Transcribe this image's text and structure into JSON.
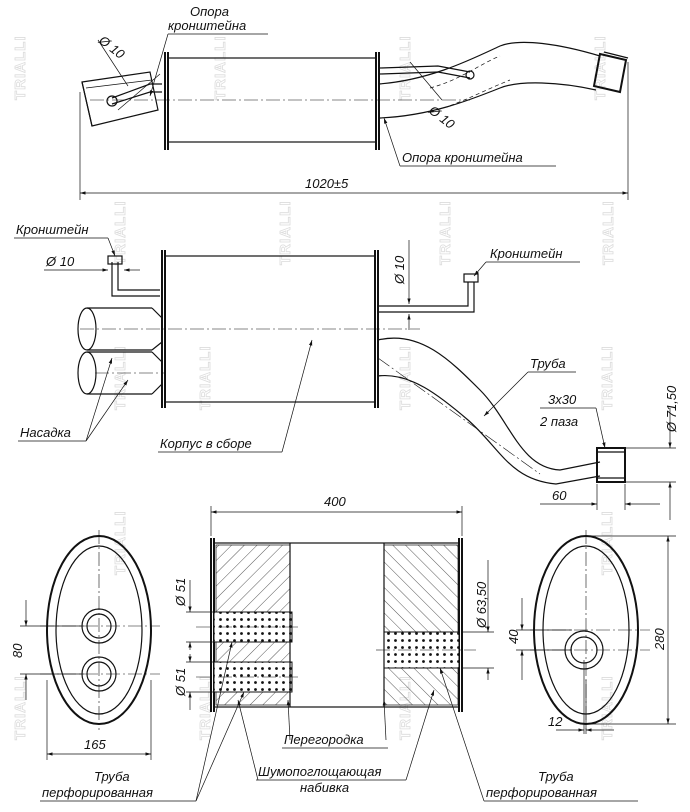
{
  "watermark": "TRIALLI",
  "top_view": {
    "support_label_top": "Опора\nкронштейна",
    "support_label_bottom": "Опора кронштейна",
    "dia_left": "Ø 10",
    "dia_right": "Ø 10",
    "overall_length": "1020±5"
  },
  "side_view": {
    "bracket_left_label": "Кронштейн",
    "bracket_right_label": "Кронштейн",
    "dia_bracket_left": "Ø 10",
    "dia_bracket_right": "Ø 10",
    "nozzle_label": "Насадка",
    "body_label": "Корпус в сборе",
    "pipe_label": "Труба",
    "slots_size": "3x30",
    "slots_count": "2 паза",
    "dia_outlet": "Ø 71,50",
    "outlet_length": "60"
  },
  "section_view": {
    "length": "400",
    "dia_left_upper": "Ø 51",
    "dia_left_lower": "Ø 51",
    "dia_right": "Ø 63,50",
    "partition_label": "Перегородка",
    "packing_label": "Шумопоглощающая\nнабивка",
    "perf_pipe_left": "Труба\nперфорированная",
    "perf_pipe_right": "Труба\nперфорированная"
  },
  "end_view_left": {
    "height": "80",
    "width": "165"
  },
  "end_view_right": {
    "height": "280",
    "offset_vertical": "40",
    "offset_horizontal": "12"
  }
}
